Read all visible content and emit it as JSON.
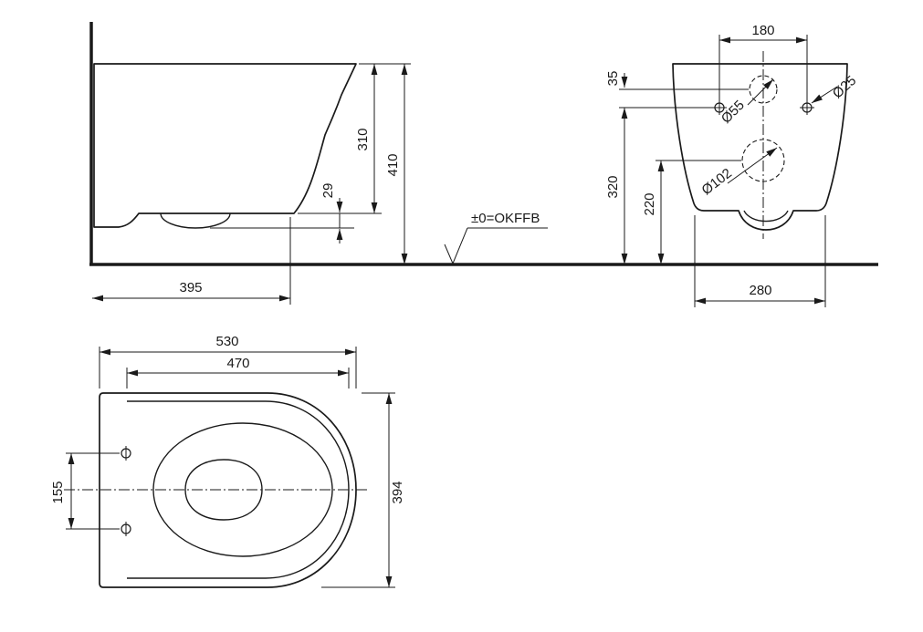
{
  "drawing": {
    "side_view": {
      "rim_height": "310",
      "total_height": "410",
      "outlet_offset": "29",
      "depth": "395",
      "level_label": "±0=OKFFB"
    },
    "rear_view": {
      "fixing_hole_spacing": "180",
      "inlet_offset": "35",
      "inlet_height": "320",
      "outlet_height": "220",
      "bottom_width": "280",
      "inlet_diameter": "Ø55",
      "fixing_hole_diameter": "Ø25",
      "outlet_diameter": "Ø102"
    },
    "top_view": {
      "total_length": "530",
      "seat_length": "470",
      "width": "394",
      "hole_spacing": "155"
    }
  }
}
